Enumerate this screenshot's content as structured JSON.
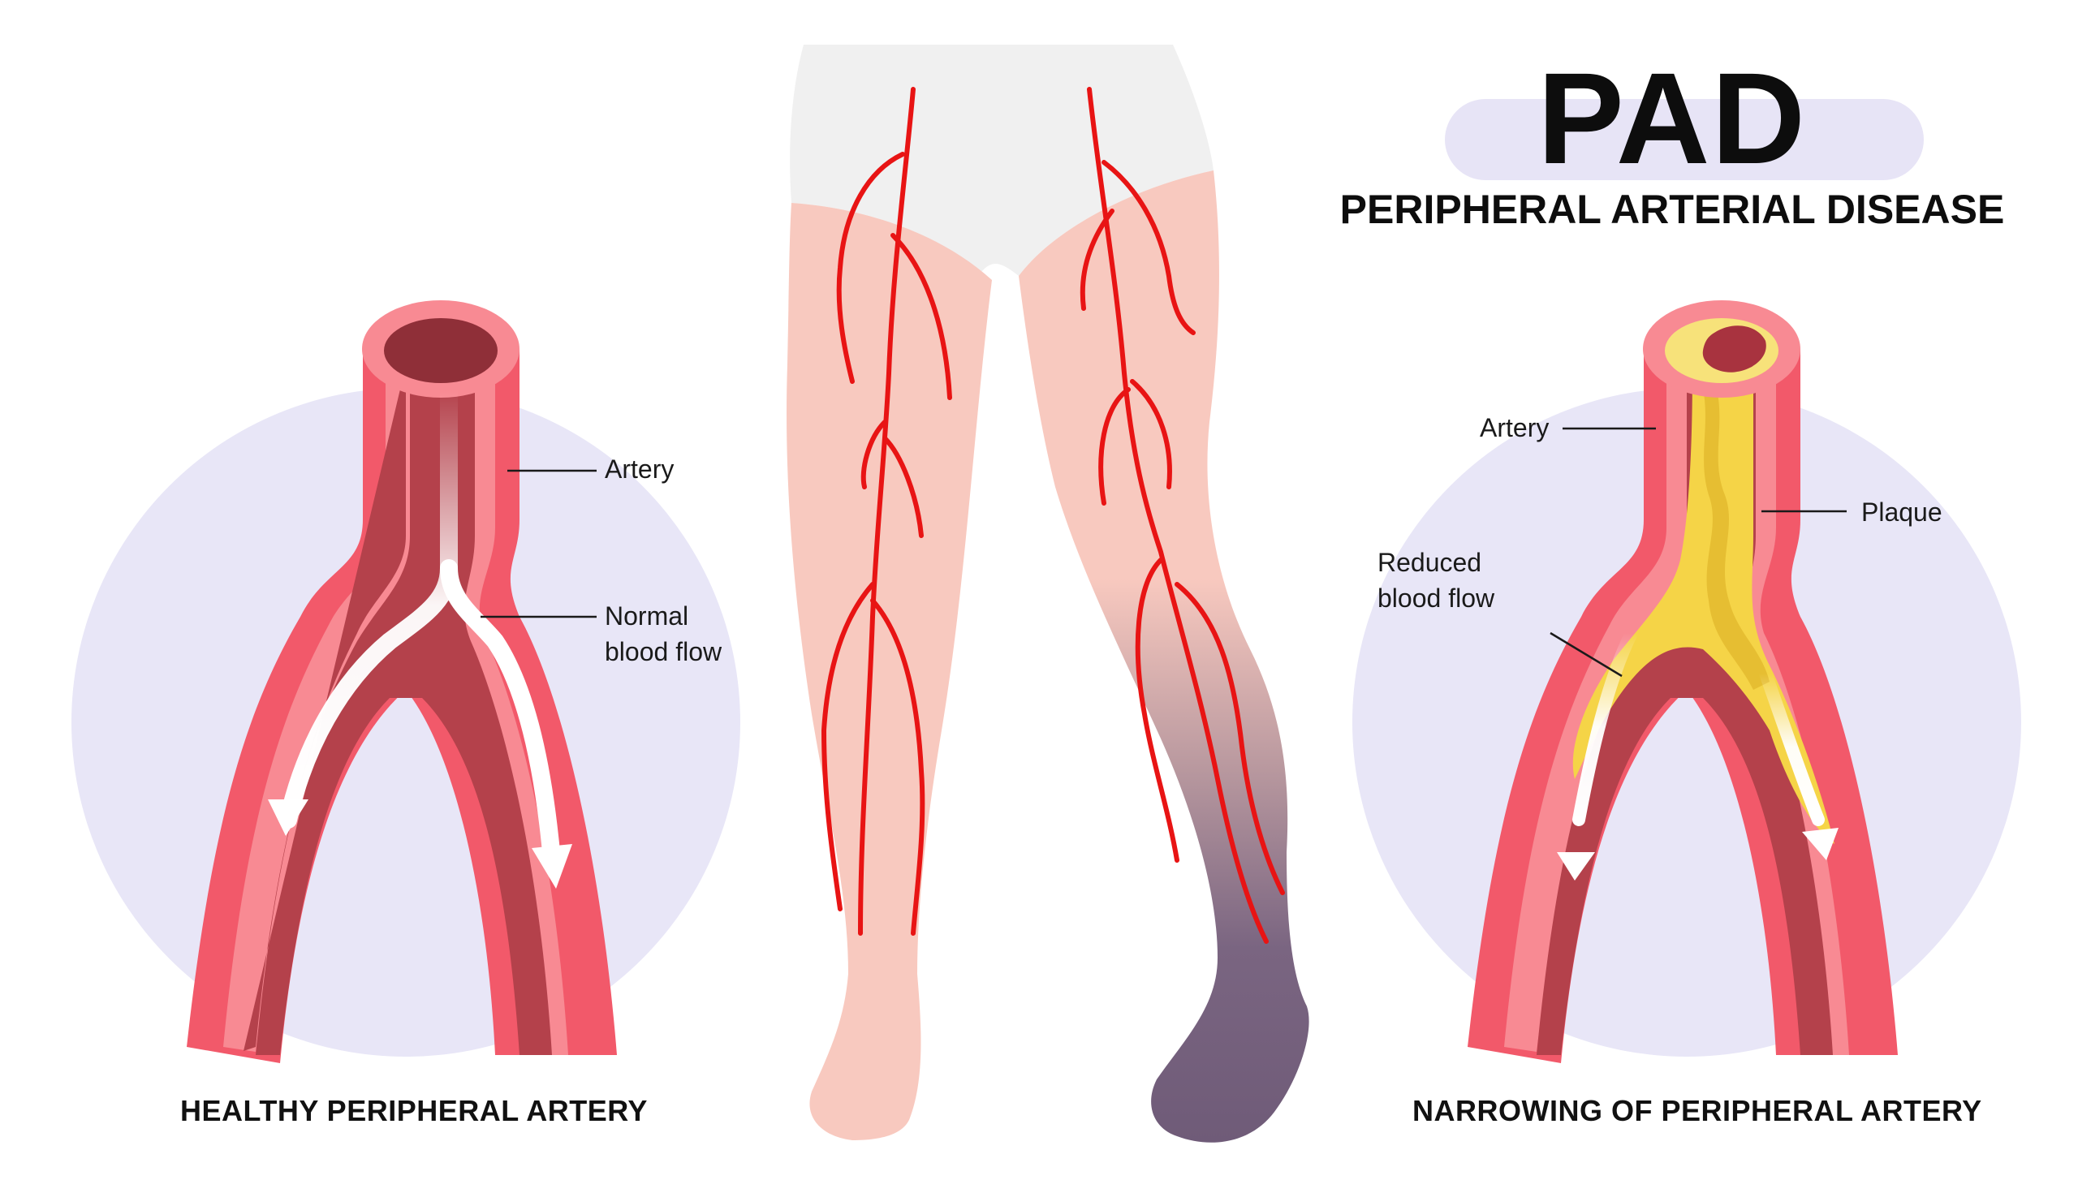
{
  "title": "PAD",
  "subtitle": "PERIPHERAL ARTERIAL DISEASE",
  "left_panel": {
    "caption": "HEALTHY PERIPHERAL ARTERY",
    "label_artery": "Artery",
    "label_flow_line1": "Normal",
    "label_flow_line2": "blood flow"
  },
  "right_panel": {
    "caption": "NARROWING OF PERIPHERAL ARTERY",
    "label_artery": "Artery",
    "label_plaque": "Plaque",
    "label_flow_line1": "Reduced",
    "label_flow_line2": "blood flow"
  },
  "colors": {
    "badge": "#e7e4f6",
    "circle": "#e8e6f7",
    "artery_outer": "#f2596a",
    "artery_inner": "#b4414b",
    "artery_rim": "#f88a93",
    "plaque": "#f5d447",
    "skin": "#f8c9bf",
    "vessel": "#e81414",
    "ischemic": "#7a6581",
    "shorts": "#f0f0f0"
  },
  "icons": [
    "flow-arrow-icon"
  ]
}
